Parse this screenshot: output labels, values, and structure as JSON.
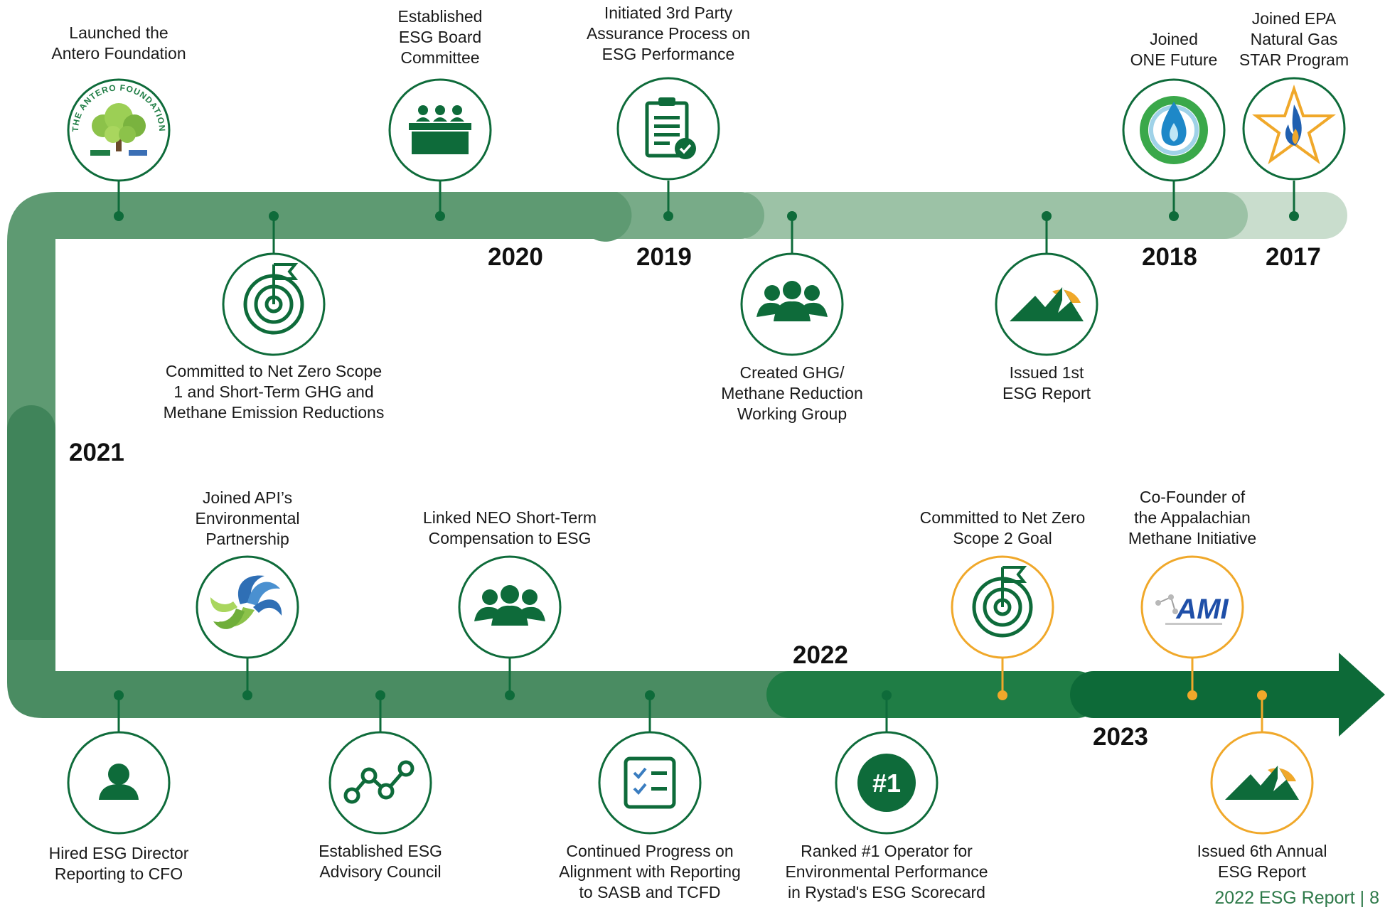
{
  "years": {
    "y2017": "2017",
    "y2018": "2018",
    "y2019": "2019",
    "y2020": "2020",
    "y2021": "2021",
    "y2022": "2022",
    "y2023": "2023"
  },
  "milestones": {
    "antero_foundation": "Launched the\nAntero Foundation",
    "board_committee": "Established\nESG Board\nCommittee",
    "assurance": "Initiated 3rd Party\nAssurance Process on\nESG Performance",
    "one_future": "Joined\nONE Future",
    "natural_gas_star": "Joined EPA\nNatural Gas\nSTAR Program",
    "net_zero_scope1": "Committed to Net Zero Scope\n1 and Short-Term GHG and\nMethane Emission Reductions",
    "ghg_working_group": "Created GHG/\nMethane Reduction\nWorking Group",
    "first_report": "Issued 1st\nESG Report",
    "api_partnership": "Joined API’s\nEnvironmental\nPartnership",
    "neo_compensation": "Linked NEO Short-Term\nCompensation to ESG",
    "net_zero_scope2": "Committed to Net Zero\nScope 2 Goal",
    "ami_founder": "Co-Founder of\nthe Appalachian\nMethane Initiative",
    "esg_director": "Hired ESG Director\nReporting to CFO",
    "advisory_council": "Established ESG\nAdvisory Council",
    "sasb_tcfd": "Continued Progress on\nAlignment with Reporting\nto SASB and TCFD",
    "rystad_rank": "Ranked #1 Operator for\nEnvironmental Performance\nin Rystad's ESG Scorecard",
    "sixth_report": "Issued 6th Annual\nESG Report"
  },
  "logos": {
    "foundation_ring_text": "THE ANTERO FOUNDATION",
    "rank_badge": "#1",
    "ami_text": "AMI"
  },
  "footer": "2022 ESG Report  |  8",
  "colors": {
    "dark_green": "#0e6b3a",
    "mid_green": "#4e9468",
    "pale_green": "#c5dcca",
    "orange": "#f0a82a"
  }
}
